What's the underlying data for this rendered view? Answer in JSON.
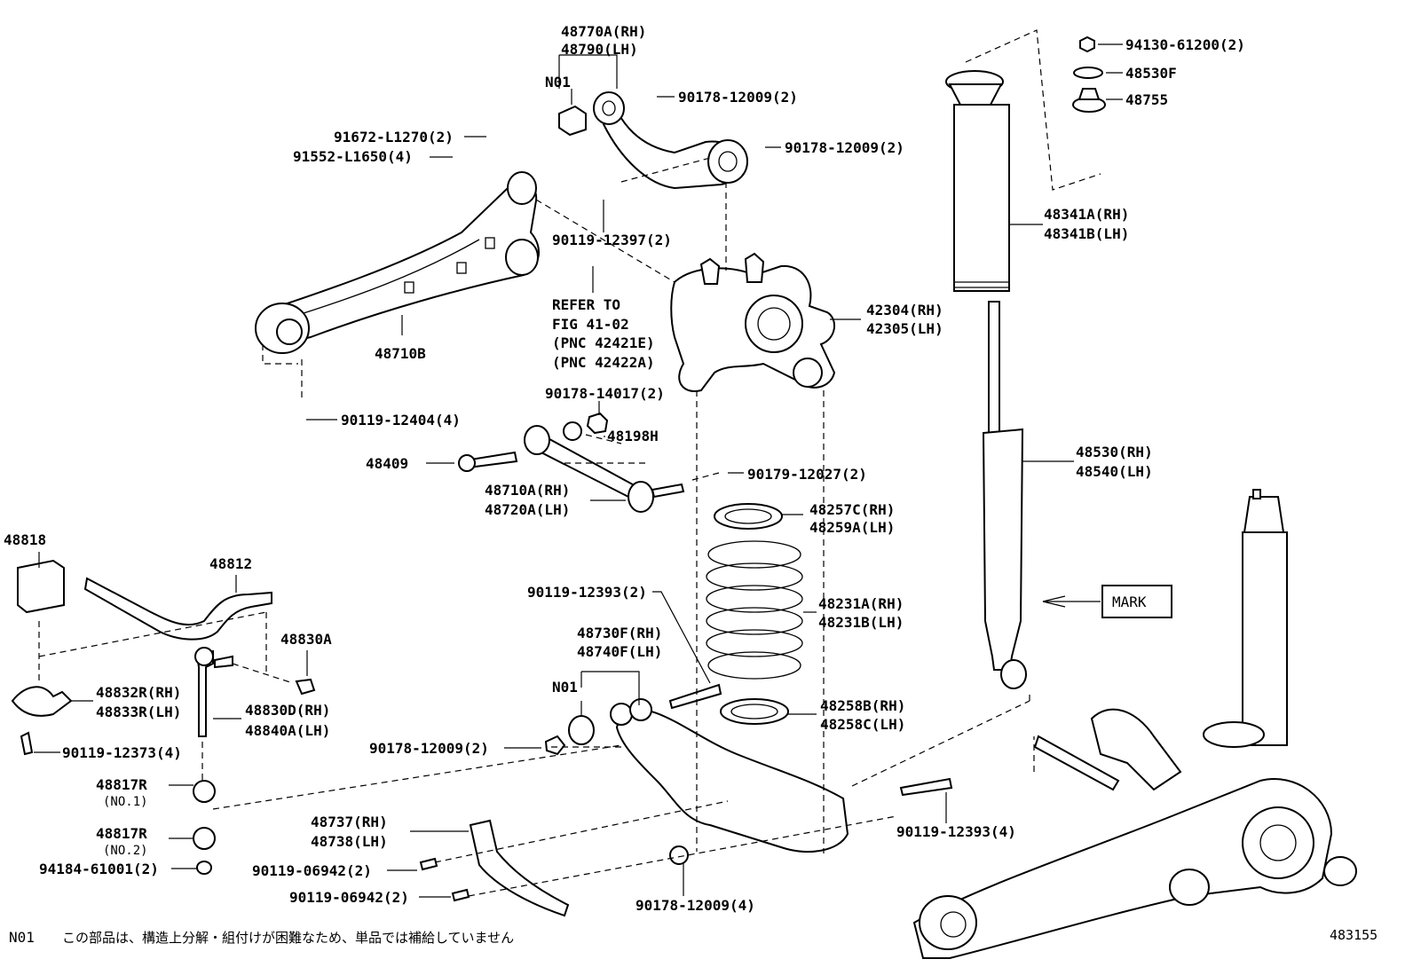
{
  "note": {
    "code": "N01",
    "text": "この部品は、構造上分解・組付けが困難なため、単品では補給していません"
  },
  "figure_number": "483155",
  "labels": {
    "p48770": [
      "48770A(RH)",
      "48790(LH)"
    ],
    "n01_top": "N01",
    "p91672": "91672-L1270(2)",
    "p91552": "91552-L1650(4)",
    "p90178_a": "90178-12009(2)",
    "p90178_b": "90178-12009(2)",
    "p90119_12397": "90119-12397(2)",
    "p48710b": "48710B",
    "refer": [
      "REFER TO",
      "FIG 41-02",
      "(PNC 42421E)",
      "(PNC 42422A)"
    ],
    "p42304": [
      "42304(RH)",
      "42305(LH)"
    ],
    "p90178_14017": "90178-14017(2)",
    "p48198h": "48198H",
    "p90119_12404": "90119-12404(4)",
    "p48409": "48409",
    "p48710a": [
      "48710A(RH)",
      "48720A(LH)"
    ],
    "p90179": "90179-12027(2)",
    "p48257c": [
      "48257C(RH)",
      "48259A(LH)"
    ],
    "p48231a": [
      "48231A(RH)",
      "48231B(LH)"
    ],
    "p90119_12393_a": "90119-12393(2)",
    "p48730f": [
      "48730F(RH)",
      "48740F(LH)"
    ],
    "n01_bottom": "N01",
    "p48258b": [
      "48258B(RH)",
      "48258C(LH)"
    ],
    "p90178_c": "90178-12009(2)",
    "p90119_12393_b": "90119-12393(4)",
    "p48737": [
      "48737(RH)",
      "48738(LH)"
    ],
    "p90119_06942_a": "90119-06942(2)",
    "p90119_06942_b": "90119-06942(2)",
    "p90178_d": "90178-12009(4)",
    "p94130": "94130-61200(2)",
    "p48530f": "48530F",
    "p48755": "48755",
    "p48341a": [
      "48341A(RH)",
      "48341B(LH)"
    ],
    "p48530": [
      "48530(RH)",
      "48540(LH)"
    ],
    "mark": "MARK",
    "p48818": "48818",
    "p48812": "48812",
    "p48830a": "48830A",
    "p48832r": [
      "48832R(RH)",
      "48833R(LH)"
    ],
    "p48830d": [
      "48830D(RH)",
      "48840A(LH)"
    ],
    "p90119_12373": "90119-12373(4)",
    "p48817r_1": [
      "48817R",
      "(NO.1)"
    ],
    "p48817r_2": [
      "48817R",
      "(NO.2)"
    ],
    "p94184": "94184-61001(2)"
  }
}
